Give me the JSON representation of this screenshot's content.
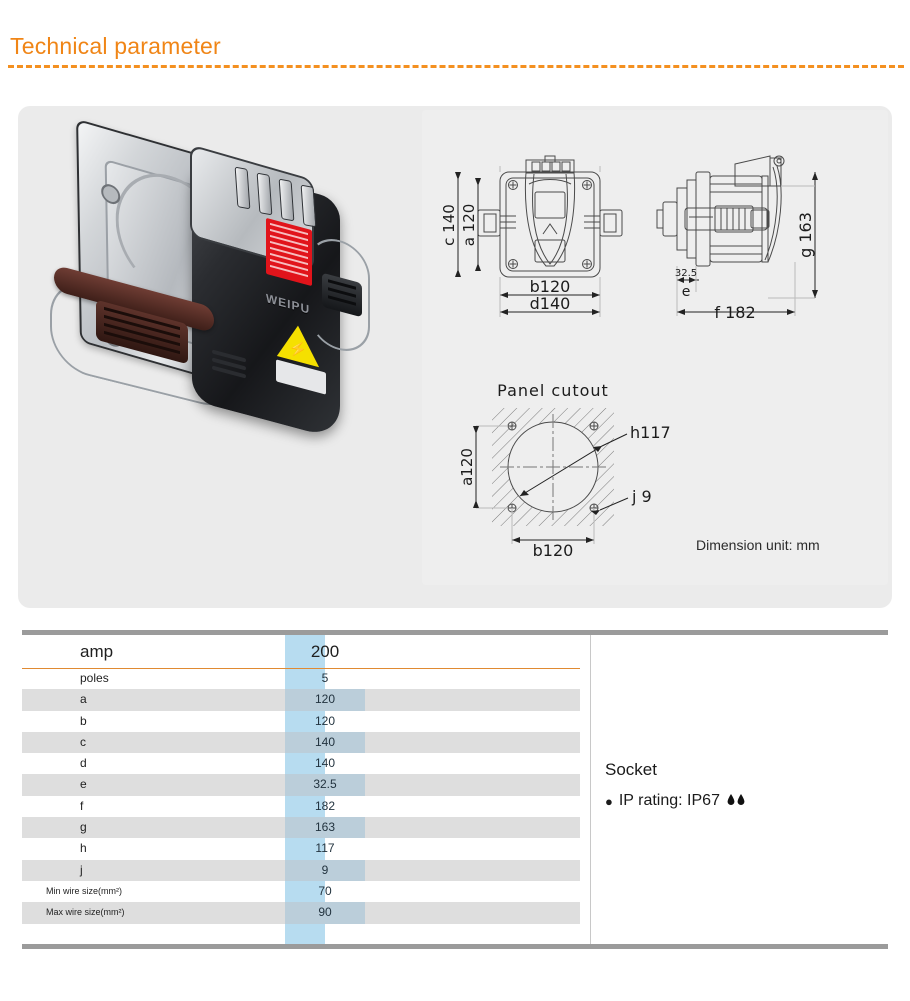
{
  "heading": {
    "title": "Technical parameter"
  },
  "drawings": {
    "front_view": {
      "vertical_outer": "c 140",
      "vertical_inner": "a 120",
      "horizontal_inner": "b120",
      "horizontal_outer": "d140",
      "body_label": "WEIPU"
    },
    "side_view": {
      "vertical": "g 163",
      "horizontal": "f 182",
      "small_dim": "32.5",
      "small_dim_label": "e"
    },
    "panel_cutout": {
      "title": "Panel cutout",
      "vertical": "a120",
      "horizontal": "b120",
      "circle_diameter": "h117",
      "hole_diameter": "j 9"
    },
    "unit_note": "Dimension unit:  mm"
  },
  "table": {
    "header": {
      "label": "amp",
      "value": "200"
    },
    "rows": [
      {
        "label": "poles",
        "value": "5",
        "small": false
      },
      {
        "label": "a",
        "value": "120",
        "small": false
      },
      {
        "label": "b",
        "value": "120",
        "small": false
      },
      {
        "label": "c",
        "value": "140",
        "small": false
      },
      {
        "label": "d",
        "value": "140",
        "small": false
      },
      {
        "label": "e",
        "value": "32.5",
        "small": false
      },
      {
        "label": "f",
        "value": "182",
        "small": false
      },
      {
        "label": "g",
        "value": "163",
        "small": false
      },
      {
        "label": "h",
        "value": "117",
        "small": false
      },
      {
        "label": "j",
        "value": "9",
        "small": false
      },
      {
        "label": "Min wire size(mm²)",
        "value": "70",
        "small": true
      },
      {
        "label": "Max wire size(mm²)",
        "value": "90",
        "small": true
      }
    ]
  },
  "socket": {
    "title": "Socket",
    "bullet": "●",
    "ip_rating": "IP  rating: IP67",
    "drops": "💧💧"
  },
  "product": {
    "brand": "WEIPU",
    "hazard_icon": "high-voltage-warning",
    "colors": {
      "accent_orange": "#f08516",
      "highlight_blue": "#b7dcf0",
      "panel_gray": "#ebebeb",
      "stripe_gray": "#dedede",
      "bar_gray": "#9b9b9b"
    }
  }
}
